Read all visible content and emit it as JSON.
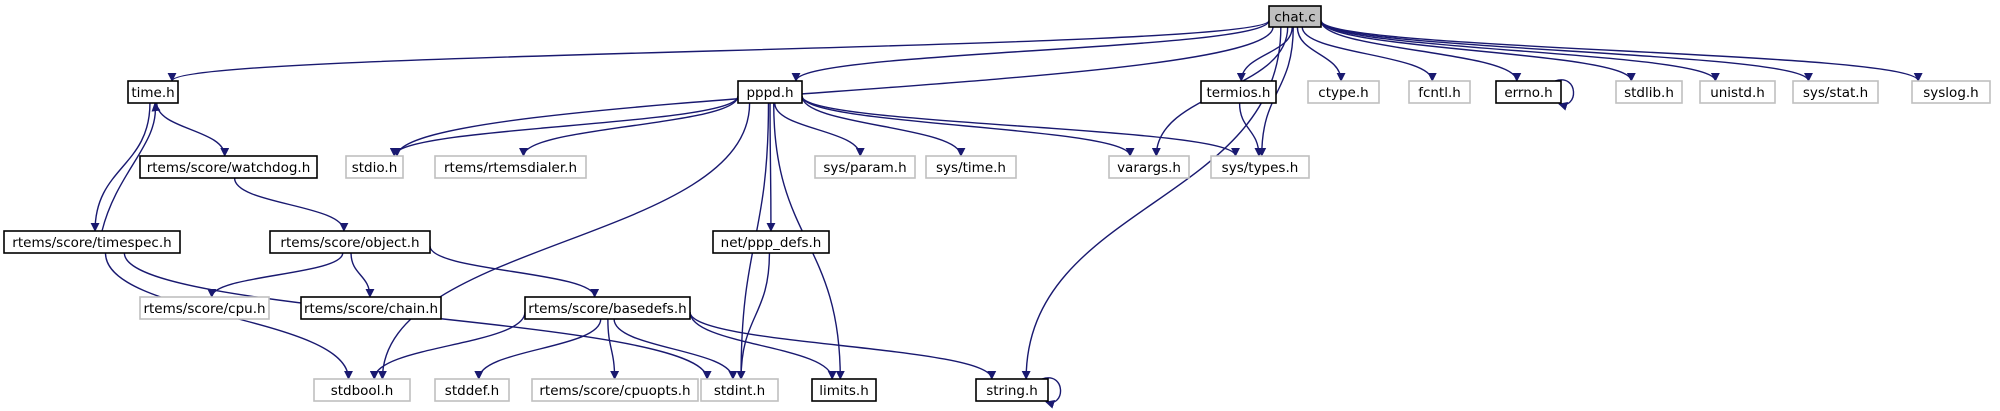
{
  "diagram": {
    "title": "chat.c include dependency graph",
    "colors": {
      "edge": "#191970",
      "root_fill": "#bfbfbf",
      "root_border": "#000000",
      "documented_border": "#000000",
      "external_border": "#bfbfbf",
      "node_fill": "#ffffff"
    },
    "nodes": [
      {
        "id": "chat_c",
        "label": "chat.c",
        "kind": "root"
      },
      {
        "id": "time_h",
        "label": "time.h",
        "kind": "documented"
      },
      {
        "id": "pppd_h",
        "label": "pppd.h",
        "kind": "documented"
      },
      {
        "id": "termios_h",
        "label": "termios.h",
        "kind": "documented"
      },
      {
        "id": "ctype_h",
        "label": "ctype.h",
        "kind": "external"
      },
      {
        "id": "fcntl_h",
        "label": "fcntl.h",
        "kind": "external"
      },
      {
        "id": "errno_h",
        "label": "errno.h",
        "kind": "documented"
      },
      {
        "id": "stdlib_h",
        "label": "stdlib.h",
        "kind": "external"
      },
      {
        "id": "unistd_h",
        "label": "unistd.h",
        "kind": "external"
      },
      {
        "id": "sys_stat_h",
        "label": "sys/stat.h",
        "kind": "external"
      },
      {
        "id": "syslog_h",
        "label": "syslog.h",
        "kind": "external"
      },
      {
        "id": "watchdog_h",
        "label": "rtems/score/watchdog.h",
        "kind": "documented"
      },
      {
        "id": "stdio_h",
        "label": "stdio.h",
        "kind": "external"
      },
      {
        "id": "rtemsdialer_h",
        "label": "rtems/rtemsdialer.h",
        "kind": "external"
      },
      {
        "id": "sys_param_h",
        "label": "sys/param.h",
        "kind": "external"
      },
      {
        "id": "sys_time_h",
        "label": "sys/time.h",
        "kind": "external"
      },
      {
        "id": "varargs_h",
        "label": "varargs.h",
        "kind": "external"
      },
      {
        "id": "sys_types_h",
        "label": "sys/types.h",
        "kind": "external"
      },
      {
        "id": "timespec_h",
        "label": "rtems/score/timespec.h",
        "kind": "documented"
      },
      {
        "id": "object_h",
        "label": "rtems/score/object.h",
        "kind": "documented"
      },
      {
        "id": "ppp_defs_h",
        "label": "net/ppp_defs.h",
        "kind": "documented"
      },
      {
        "id": "cpu_h",
        "label": "rtems/score/cpu.h",
        "kind": "external"
      },
      {
        "id": "chain_h",
        "label": "rtems/score/chain.h",
        "kind": "documented"
      },
      {
        "id": "basedefs_h",
        "label": "rtems/score/basedefs.h",
        "kind": "documented"
      },
      {
        "id": "stdbool_h",
        "label": "stdbool.h",
        "kind": "external"
      },
      {
        "id": "stddef_h",
        "label": "stddef.h",
        "kind": "external"
      },
      {
        "id": "cpuopts_h",
        "label": "rtems/score/cpuopts.h",
        "kind": "external"
      },
      {
        "id": "stdint_h",
        "label": "stdint.h",
        "kind": "external"
      },
      {
        "id": "limits_h",
        "label": "limits.h",
        "kind": "documented"
      },
      {
        "id": "string_h",
        "label": "string.h",
        "kind": "documented"
      }
    ],
    "edges": [
      [
        "chat_c",
        "time_h"
      ],
      [
        "chat_c",
        "stdio_h"
      ],
      [
        "chat_c",
        "pppd_h"
      ],
      [
        "chat_c",
        "string_h"
      ],
      [
        "chat_c",
        "varargs_h"
      ],
      [
        "chat_c",
        "sys_types_h"
      ],
      [
        "chat_c",
        "termios_h"
      ],
      [
        "chat_c",
        "ctype_h"
      ],
      [
        "chat_c",
        "fcntl_h"
      ],
      [
        "chat_c",
        "errno_h"
      ],
      [
        "chat_c",
        "stdlib_h"
      ],
      [
        "chat_c",
        "unistd_h"
      ],
      [
        "chat_c",
        "sys_stat_h"
      ],
      [
        "chat_c",
        "syslog_h"
      ],
      [
        "errno_h",
        "errno_h"
      ],
      [
        "termios_h",
        "sys_types_h"
      ],
      [
        "time_h",
        "watchdog_h"
      ],
      [
        "time_h",
        "timespec_h"
      ],
      [
        "timespec_h",
        "time_h"
      ],
      [
        "timespec_h",
        "stdbool_h"
      ],
      [
        "timespec_h",
        "stdint_h"
      ],
      [
        "watchdog_h",
        "object_h"
      ],
      [
        "object_h",
        "cpu_h"
      ],
      [
        "object_h",
        "chain_h"
      ],
      [
        "object_h",
        "basedefs_h"
      ],
      [
        "pppd_h",
        "stdio_h"
      ],
      [
        "pppd_h",
        "rtemsdialer_h"
      ],
      [
        "pppd_h",
        "sys_param_h"
      ],
      [
        "pppd_h",
        "sys_time_h"
      ],
      [
        "pppd_h",
        "varargs_h"
      ],
      [
        "pppd_h",
        "sys_types_h"
      ],
      [
        "pppd_h",
        "stdbool_h"
      ],
      [
        "pppd_h",
        "stdint_h"
      ],
      [
        "pppd_h",
        "ppp_defs_h"
      ],
      [
        "pppd_h",
        "limits_h"
      ],
      [
        "ppp_defs_h",
        "stdint_h"
      ],
      [
        "basedefs_h",
        "stdbool_h"
      ],
      [
        "basedefs_h",
        "stddef_h"
      ],
      [
        "basedefs_h",
        "cpuopts_h"
      ],
      [
        "basedefs_h",
        "stdint_h"
      ],
      [
        "basedefs_h",
        "limits_h"
      ],
      [
        "basedefs_h",
        "string_h"
      ],
      [
        "string_h",
        "string_h"
      ]
    ]
  }
}
